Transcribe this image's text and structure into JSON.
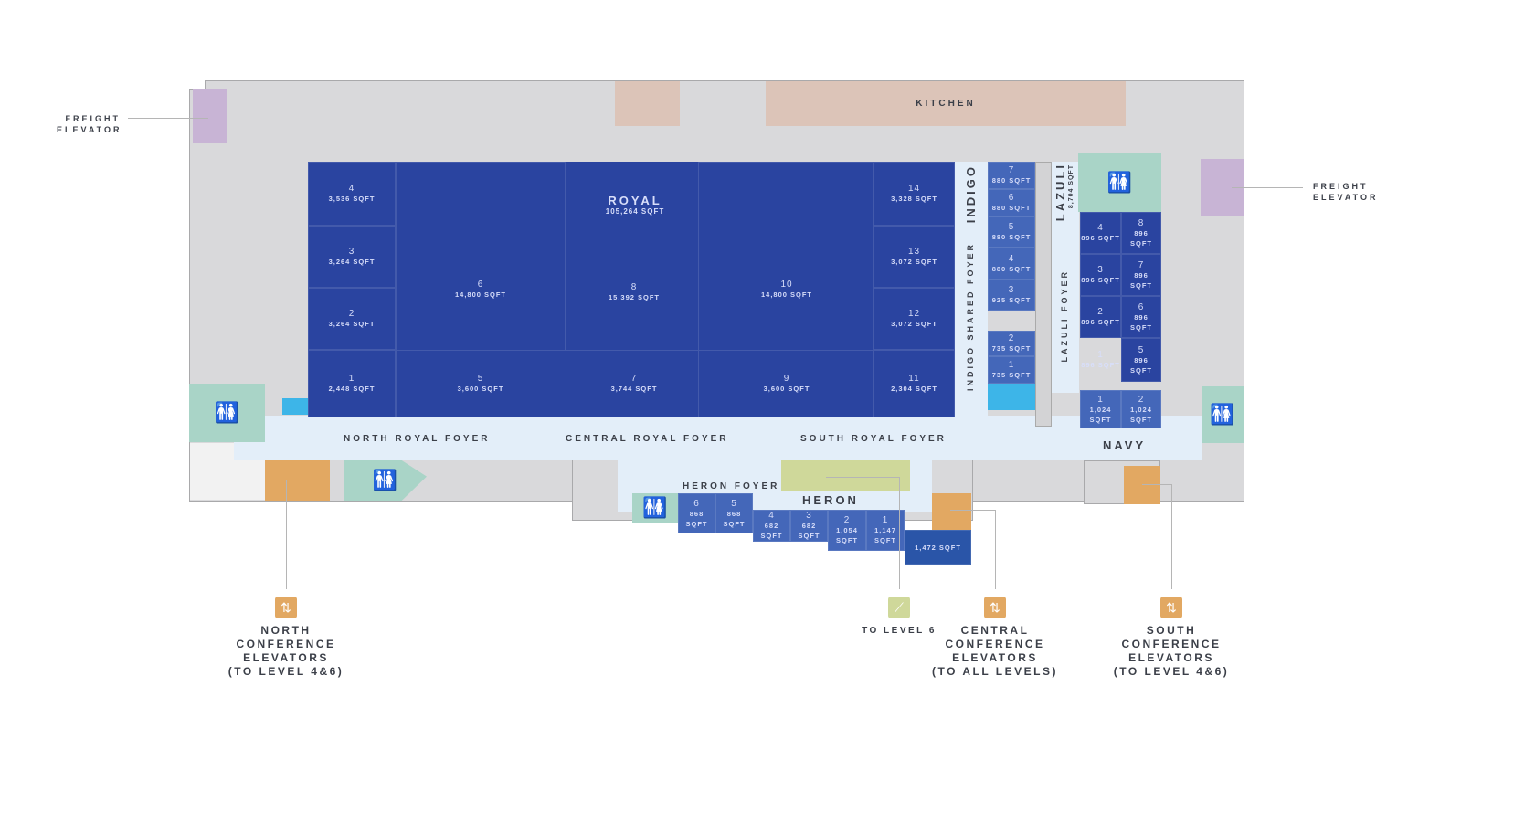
{
  "labels": {
    "freight_left": "FREIGHT ELEVATOR",
    "freight_right": "FREIGHT ELEVATOR",
    "kitchen": "KITCHEN",
    "indigo": "INDIGO",
    "indigo_foyer": "INDIGO SHARED FOYER",
    "lazuli": "LAZULI",
    "lazuli_sqft": "8,704 SQFT",
    "lazuli_foyer": "LAZULI FOYER",
    "navy": "NAVY",
    "north_foyer": "NORTH ROYAL FOYER",
    "central_foyer": "CENTRAL ROYAL FOYER",
    "south_foyer": "SOUTH ROYAL FOYER",
    "heron_foyer": "HERON FOYER",
    "heron": "HERON",
    "royal": "ROYAL",
    "royal_sqft": "105,264 SQFT"
  },
  "royal_rooms": [
    {
      "n": "4",
      "s": "3,536 SQFT"
    },
    {
      "n": "3",
      "s": "3,264 SQFT"
    },
    {
      "n": "2",
      "s": "3,264 SQFT"
    },
    {
      "n": "1",
      "s": "2,448 SQFT"
    },
    {
      "n": "6",
      "s": "14,800 SQFT"
    },
    {
      "n": "5",
      "s": "3,600 SQFT"
    },
    {
      "n": "8",
      "s": "15,392 SQFT"
    },
    {
      "n": "7",
      "s": "3,744 SQFT"
    },
    {
      "n": "10",
      "s": "14,800 SQFT"
    },
    {
      "n": "9",
      "s": "3,600 SQFT"
    },
    {
      "n": "14",
      "s": "3,328 SQFT"
    },
    {
      "n": "13",
      "s": "3,072 SQFT"
    },
    {
      "n": "12",
      "s": "3,072 SQFT"
    },
    {
      "n": "11",
      "s": "2,304 SQFT"
    }
  ],
  "indigo_rooms": [
    {
      "n": "7",
      "s": "880 SQFT"
    },
    {
      "n": "6",
      "s": "880 SQFT"
    },
    {
      "n": "5",
      "s": "880 SQFT"
    },
    {
      "n": "4",
      "s": "880 SQFT"
    },
    {
      "n": "3",
      "s": "925 SQFT"
    },
    {
      "n": "2",
      "s": "735 SQFT"
    },
    {
      "n": "1",
      "s": "735 SQFT"
    }
  ],
  "lazuli_rooms": [
    {
      "n": "4",
      "s": "896 SQFT"
    },
    {
      "n": "8",
      "s": "896 SQFT"
    },
    {
      "n": "3",
      "s": "896 SQFT"
    },
    {
      "n": "7",
      "s": "896 SQFT"
    },
    {
      "n": "2",
      "s": "896 SQFT"
    },
    {
      "n": "6",
      "s": "896 SQFT"
    },
    {
      "n": "1",
      "s": "896 SQFT"
    },
    {
      "n": "5",
      "s": "896 SQFT"
    }
  ],
  "navy_rooms": [
    {
      "n": "1",
      "s": "1,024 SQFT"
    },
    {
      "n": "2",
      "s": "1,024 SQFT"
    }
  ],
  "heron_rooms": [
    {
      "n": "6",
      "s": "868 SQFT"
    },
    {
      "n": "5",
      "s": "868 SQFT"
    },
    {
      "n": "4",
      "s": "682 SQFT"
    },
    {
      "n": "3",
      "s": "682 SQFT"
    },
    {
      "n": "2",
      "s": "1,054 SQFT"
    },
    {
      "n": "1",
      "s": "1,147 SQFT"
    },
    {
      "n": "",
      "s": "1,472 SQFT"
    }
  ],
  "legend": [
    {
      "icon": "elevator-icon",
      "lines": [
        "NORTH",
        "CONFERENCE",
        "ELEVATORS",
        "(TO LEVEL 4&6)"
      ]
    },
    {
      "icon": "escalator-icon",
      "lines": [
        "TO LEVEL 6"
      ]
    },
    {
      "icon": "elevator-icon",
      "lines": [
        "CENTRAL",
        "CONFERENCE",
        "ELEVATORS",
        "(TO ALL LEVELS)"
      ]
    },
    {
      "icon": "elevator-icon",
      "lines": [
        "SOUTH",
        "CONFERENCE",
        "ELEVATORS",
        "(TO LEVEL 4&6)"
      ]
    }
  ],
  "colors": {
    "royal": "#2a44a0",
    "breakout": "#4467b9",
    "foyer": "#e3eef9",
    "restroom": "#a9d4c7",
    "elevator": "#e2a862",
    "escalator": "#cfd89a",
    "freight": "#c8b4d5"
  }
}
